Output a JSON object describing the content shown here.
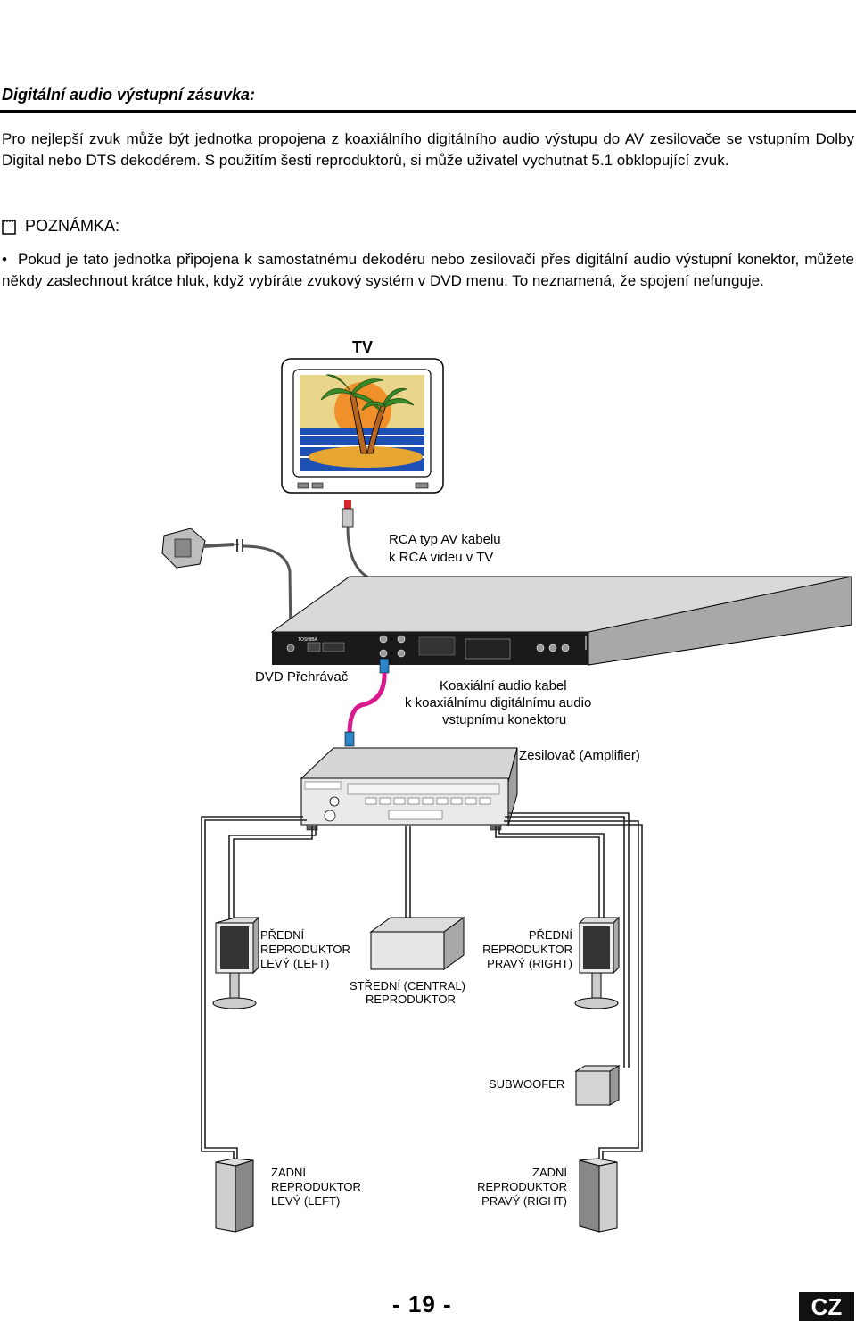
{
  "section": {
    "heading": "Digitální audio výstupní zásuvka:",
    "intro": "Pro nejlepší zvuk může být jednotka propojena z koaxiálního digitálního audio výstupu do AV zesilovače se vstupním Dolby Digital nebo DTS dekodérem. S použitím šesti reproduktorů, si může uživatel vychutnat 5.1 obklopující zvuk."
  },
  "note": {
    "title": "POZNÁMKA",
    "title_suffix": ":",
    "icon": "note-icon",
    "bullet": "•",
    "text": "Pokud je tato jednotka připojena k samostatnému dekodéru nebo zesilovači přes digitální audio výstupní konektor, můžete někdy zaslechnout krátce hluk, když vybíráte zvukový systém v DVD menu. To neznamená, že spojení nefunguje."
  },
  "diagram": {
    "tv_label": "TV",
    "rca_cable_label": [
      "RCA typ AV kabelu",
      "k RCA videu v TV"
    ],
    "dvd_label": "DVD Přehrávač",
    "coax_cable_label": [
      "Koaxiální audio kabel",
      "k koaxiálnímu digitálnímu audio",
      "vstupnímu konektoru"
    ],
    "amplifier_label": "Zesilovač (Amplifier)",
    "front_left_label": [
      "PŘEDNÍ",
      "REPRODUKTOR",
      "LEVÝ (LEFT)"
    ],
    "front_right_label": [
      "PŘEDNÍ",
      "REPRODUKTOR",
      "PRAVÝ (RIGHT)"
    ],
    "center_label": [
      "STŘEDNÍ (CENTRAL)",
      "REPRODUKTOR"
    ],
    "subwoofer_label": "SUBWOOFER",
    "rear_left_label": [
      "ZADNÍ",
      "REPRODUKTOR",
      "LEVÝ (LEFT)"
    ],
    "rear_right_label": [
      "ZADNÍ",
      "REPRODUKTOR",
      "PRAVÝ (RIGHT)"
    ],
    "dvd_brand": "TOSHIBA",
    "colors": {
      "video_cable": "#d9262e",
      "coax_cable": "#d9198c",
      "sky": "#e9d68a",
      "sun": "#f0902a",
      "sea": "#1e4fb3",
      "sand": "#e7a532",
      "palm": "#3a8a2a"
    }
  },
  "footer": {
    "page_number": "- 19 -",
    "language": "CZ"
  }
}
